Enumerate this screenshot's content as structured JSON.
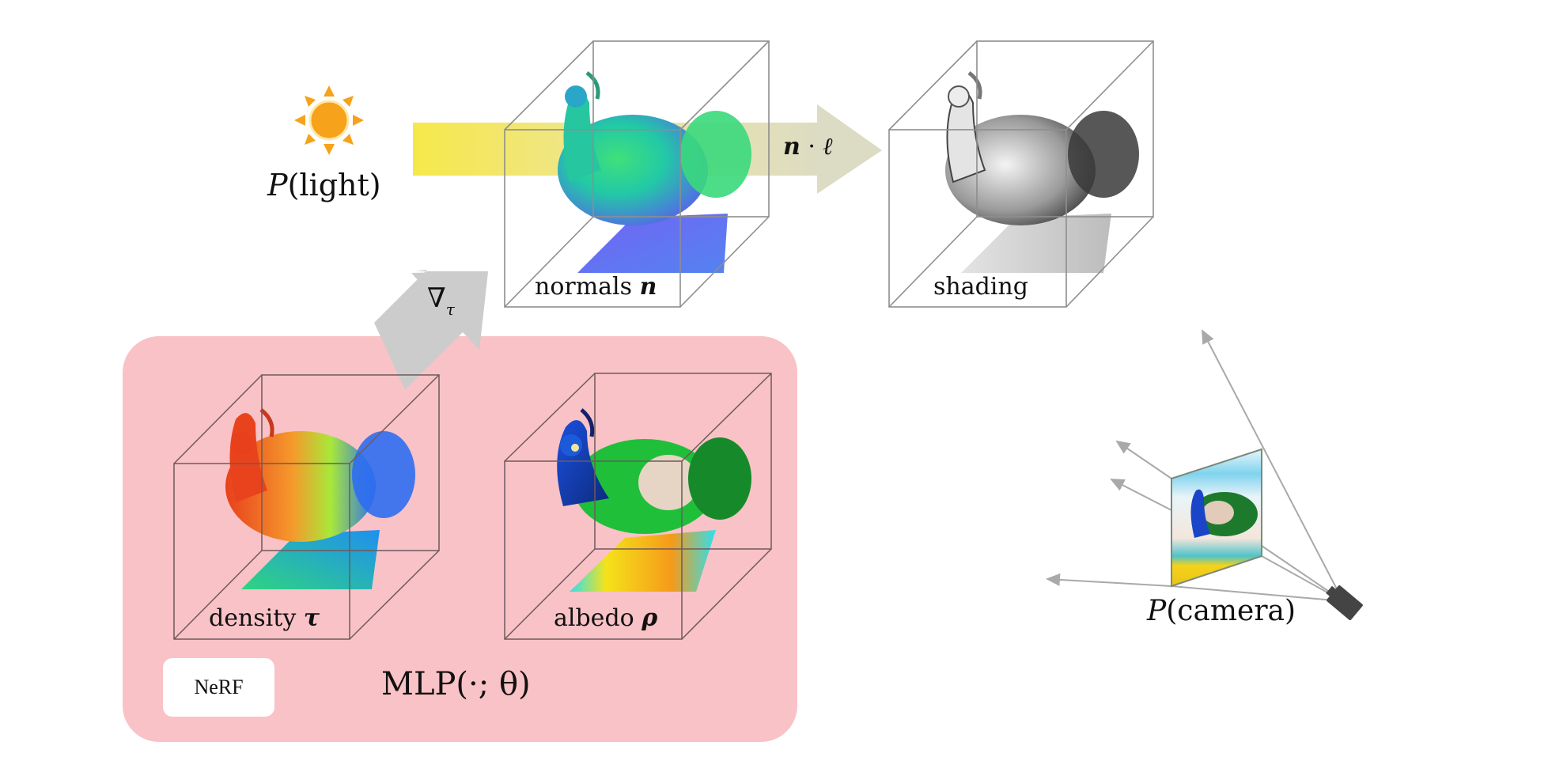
{
  "diagram": {
    "title": "",
    "light": {
      "icon": "sun-icon",
      "label_prefix": "P",
      "label_arg": "(light)",
      "sun_color": "#f7a21b",
      "beam_color": "#f6e84a"
    },
    "normals_cube": {
      "label": "normals",
      "symbol": "n"
    },
    "dot_product_arrow": {
      "label_n": "n",
      "label_dot": "·",
      "label_l": "ℓ",
      "color": "#dcdcc4"
    },
    "shading_cube": {
      "label": "shading"
    },
    "gradient_arrow": {
      "label": "∇",
      "subscript": "τ",
      "color": "#cccccc"
    },
    "nerf_panel": {
      "badge": "NeRF",
      "mlp_label": "MLP(·; θ)",
      "background": "#f9c2c6",
      "density_cube": {
        "label": "density",
        "symbol": "τ"
      },
      "albedo_cube": {
        "label": "albedo",
        "symbol": "ρ"
      }
    },
    "camera": {
      "icon": "camera-icon",
      "label_prefix": "P",
      "label_arg": "(camera)"
    }
  }
}
